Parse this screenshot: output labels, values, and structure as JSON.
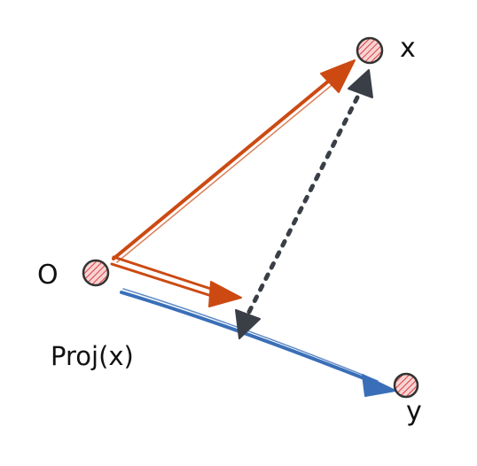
{
  "labels": {
    "origin": "O",
    "x": "x",
    "y": "y",
    "projection": "Proj(x)"
  },
  "colors": {
    "vector_x": "#cc4a12",
    "projection_vector": "#cc4a12",
    "y_direction": "#3a6fb8",
    "residual_dotted": "#3a3f47",
    "point_fill": "#f3a7a7",
    "point_hatch": "#d94040",
    "point_outline": "#333333",
    "text": "#111111"
  },
  "points": [
    {
      "id": "origin",
      "marker": "hatched-circle"
    },
    {
      "id": "x",
      "marker": "hatched-circle"
    },
    {
      "id": "y",
      "marker": "hatched-circle"
    }
  ],
  "arrows": [
    {
      "id": "origin-to-x",
      "style": "solid",
      "color_key": "vector_x"
    },
    {
      "id": "origin-to-projection",
      "style": "double-line",
      "color_key": "projection_vector"
    },
    {
      "id": "y-direction-line",
      "style": "solid",
      "color_key": "y_direction"
    },
    {
      "id": "x-to-projection-residual",
      "style": "dotted",
      "color_key": "residual_dotted"
    }
  ]
}
